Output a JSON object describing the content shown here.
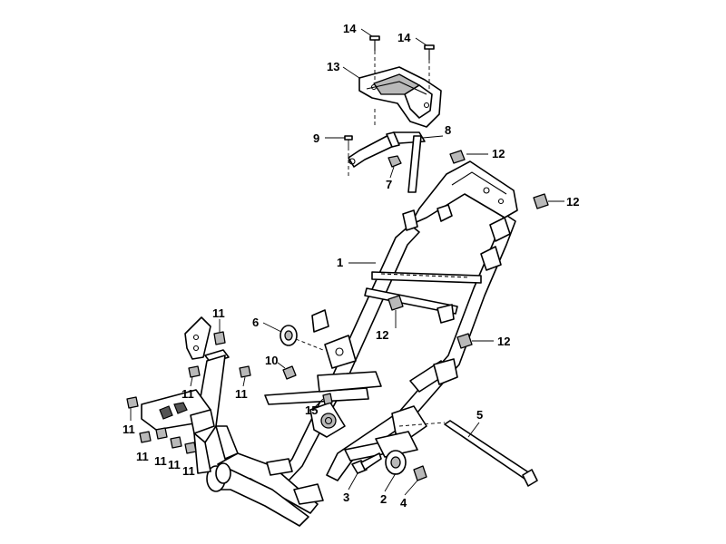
{
  "callouts": {
    "c1": "1",
    "c2": "2",
    "c3": "3",
    "c4": "4",
    "c5": "5",
    "c6": "6",
    "c7": "7",
    "c8": "8",
    "c9": "9",
    "c10": "10",
    "c11a": "11",
    "c11b": "11",
    "c11c": "11",
    "c11d": "11",
    "c11e": "11",
    "c11f": "11",
    "c11g": "11",
    "c11h": "11",
    "c12a": "12",
    "c12b": "12",
    "c12c": "12",
    "c12d": "12",
    "c13": "13",
    "c14a": "14",
    "c14b": "14",
    "c15": "15"
  },
  "colors": {
    "line": "#000000",
    "shade": "#b9b9b9",
    "background": "#ffffff"
  }
}
